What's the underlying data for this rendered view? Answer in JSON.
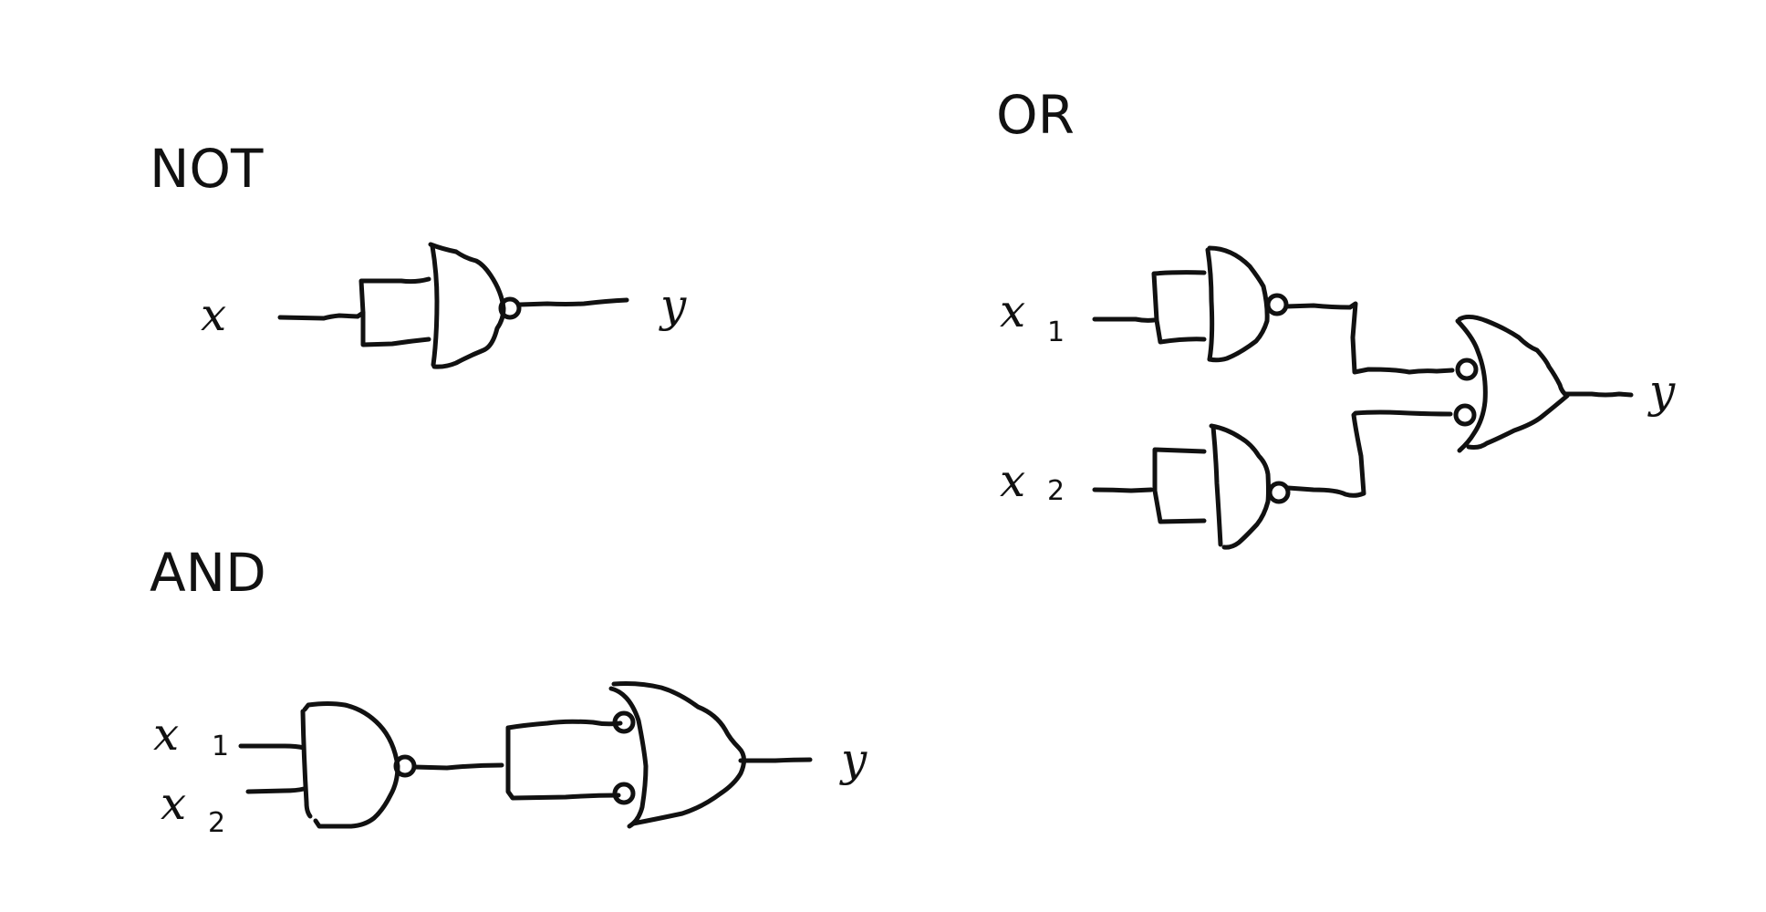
{
  "diagrams": {
    "not": {
      "title": "NOT",
      "input": "x",
      "output": "y"
    },
    "and": {
      "title": "AND",
      "input1": "x",
      "input1_sub": "1",
      "input2": "x",
      "input2_sub": "2",
      "output": "y"
    },
    "or": {
      "title": "OR",
      "input1": "x",
      "input1_sub": "1",
      "input2": "x",
      "input2_sub": "2",
      "output": "y"
    }
  },
  "colors": {
    "ink": "#111111",
    "background": "#ffffff"
  }
}
